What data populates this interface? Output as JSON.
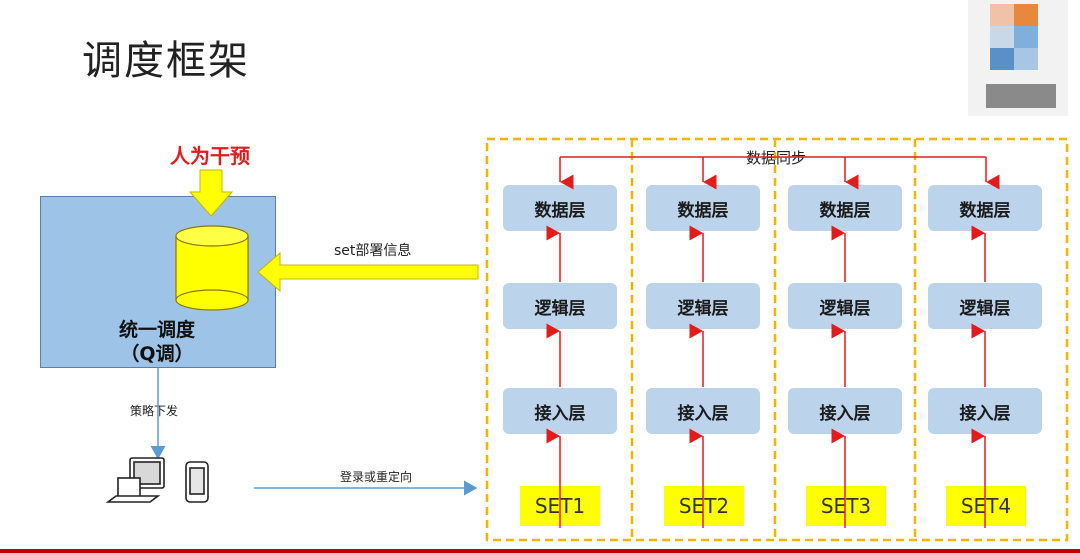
{
  "title": "调度框架",
  "unified": {
    "line1": "统一调度",
    "line2": "（Q调）"
  },
  "manual_intervention": "人为干预",
  "set_deploy_info": "set部署信息",
  "policy_dispatch": "策略下发",
  "login_redirect": "登录或重定向",
  "data_sync": "数据同步",
  "layers": {
    "data": "数据层",
    "logic": "逻辑层",
    "access": "接入层"
  },
  "sets": [
    "SET1",
    "SET2",
    "SET3",
    "SET4"
  ],
  "colors": {
    "arrow_red": "#e31b1b",
    "yellow": "#ffff00",
    "box_blue": "#9dc3e6",
    "layer_blue": "#bcd3ec",
    "dash_orange": "#f5b400",
    "arrow_blue": "#5b9bd5",
    "bottom_line": "#c00000"
  }
}
